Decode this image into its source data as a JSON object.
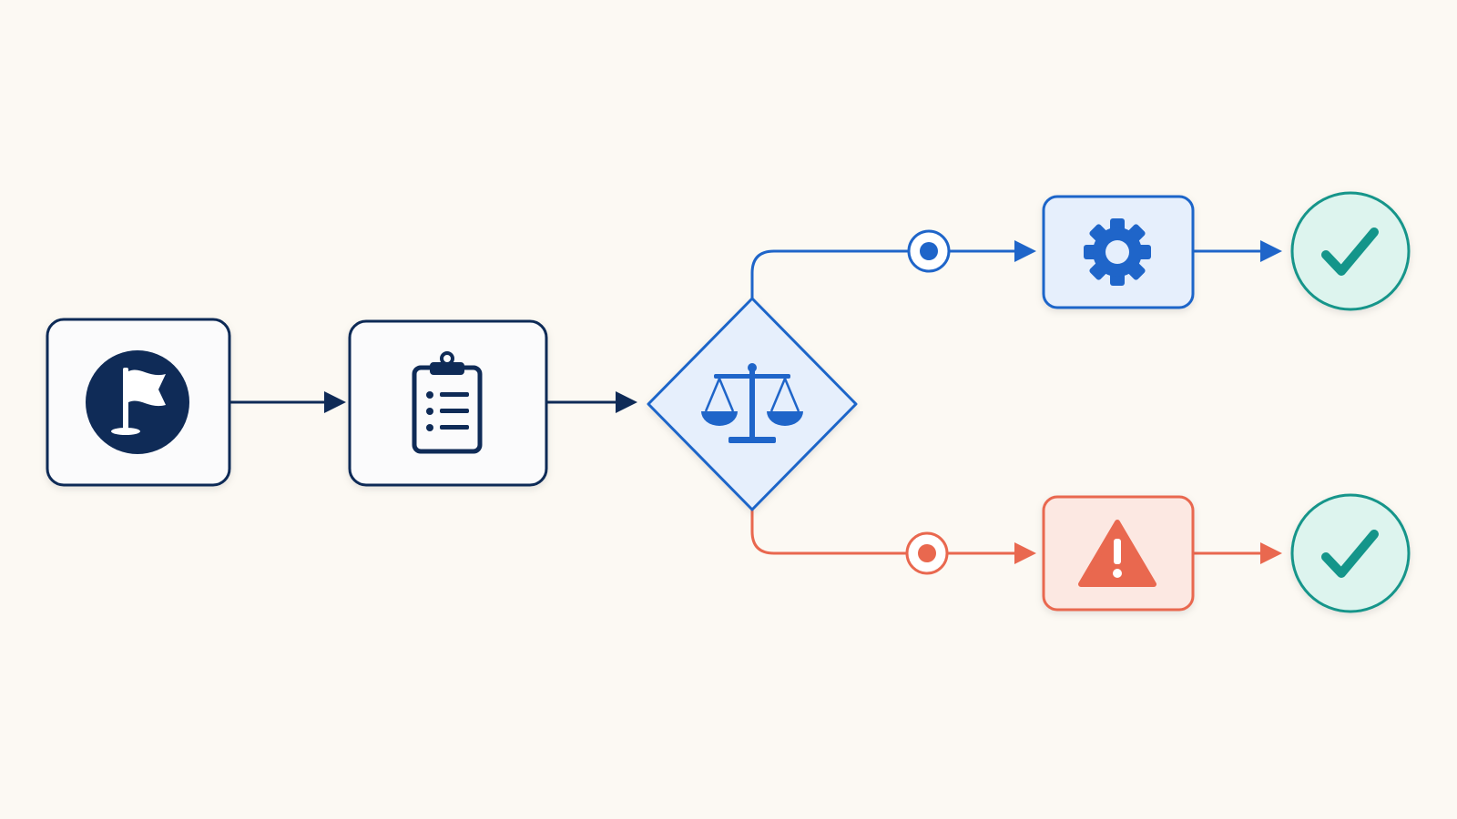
{
  "colors": {
    "background": "#fcf9f3",
    "navy": "#0f2b57",
    "blue": "#1f65c9",
    "blue_fill": "#e6effc",
    "coral": "#e9684f",
    "coral_fill": "#fce8e2",
    "teal": "#14958a",
    "teal_fill": "#ddf4ee",
    "node_fill": "#fbfbfc"
  },
  "nodes": [
    {
      "id": "start",
      "shape": "rounded-rect",
      "icon": "flag-icon",
      "color": "navy"
    },
    {
      "id": "checklist",
      "shape": "rounded-rect",
      "icon": "clipboard-icon",
      "color": "navy"
    },
    {
      "id": "decision",
      "shape": "diamond",
      "icon": "scales-icon",
      "color": "blue"
    },
    {
      "id": "process",
      "shape": "rounded-rect",
      "icon": "gear-icon",
      "color": "blue"
    },
    {
      "id": "warning",
      "shape": "rounded-rect",
      "icon": "warning-icon",
      "color": "coral"
    },
    {
      "id": "done-top",
      "shape": "circle",
      "icon": "check-icon",
      "color": "teal"
    },
    {
      "id": "done-bottom",
      "shape": "circle",
      "icon": "check-icon",
      "color": "teal"
    }
  ],
  "edges": [
    {
      "from": "start",
      "to": "checklist",
      "color": "navy"
    },
    {
      "from": "checklist",
      "to": "decision",
      "color": "navy"
    },
    {
      "from": "decision",
      "to": "process",
      "color": "blue",
      "waypoint": "radio-marker"
    },
    {
      "from": "decision",
      "to": "warning",
      "color": "coral",
      "waypoint": "radio-marker"
    },
    {
      "from": "process",
      "to": "done-top",
      "color": "blue"
    },
    {
      "from": "warning",
      "to": "done-bottom",
      "color": "coral"
    }
  ]
}
